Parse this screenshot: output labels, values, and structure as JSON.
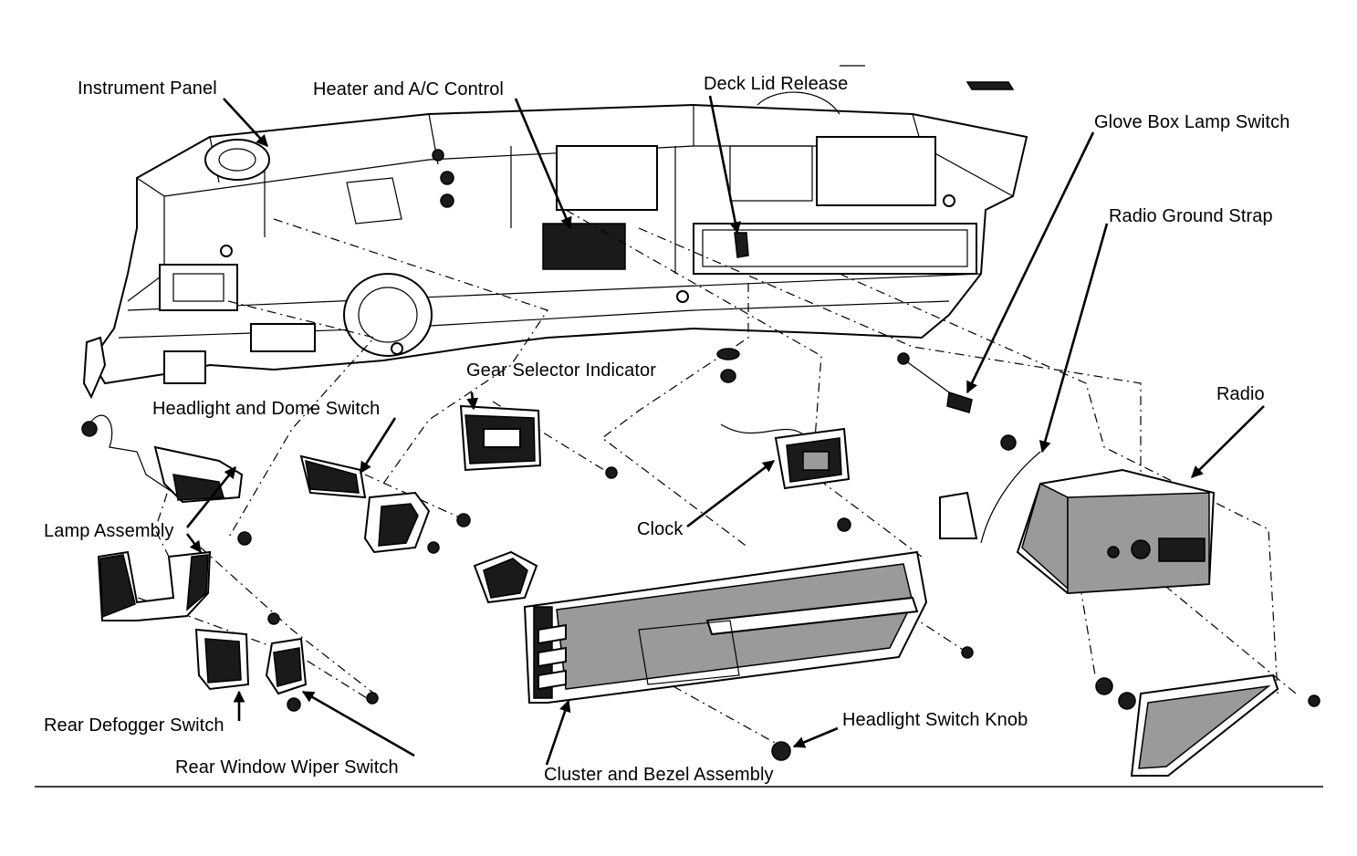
{
  "labels": {
    "instrument_panel": "Instrument Panel",
    "heater_ac_control": "Heater and A/C Control",
    "deck_lid_release": "Deck Lid Release",
    "glove_box_lamp_switch": "Glove Box Lamp Switch",
    "radio_ground_strap": "Radio Ground Strap",
    "radio": "Radio",
    "gear_selector_indicator": "Gear Selector Indicator",
    "headlight_dome_switch": "Headlight and Dome Switch",
    "lamp_assembly": "Lamp Assembly",
    "clock": "Clock",
    "rear_defogger_switch": "Rear Defogger Switch",
    "rear_window_wiper_switch": "Rear Window Wiper Switch",
    "cluster_bezel_assembly": "Cluster and Bezel Assembly",
    "headlight_switch_knob": "Headlight Switch Knob"
  }
}
